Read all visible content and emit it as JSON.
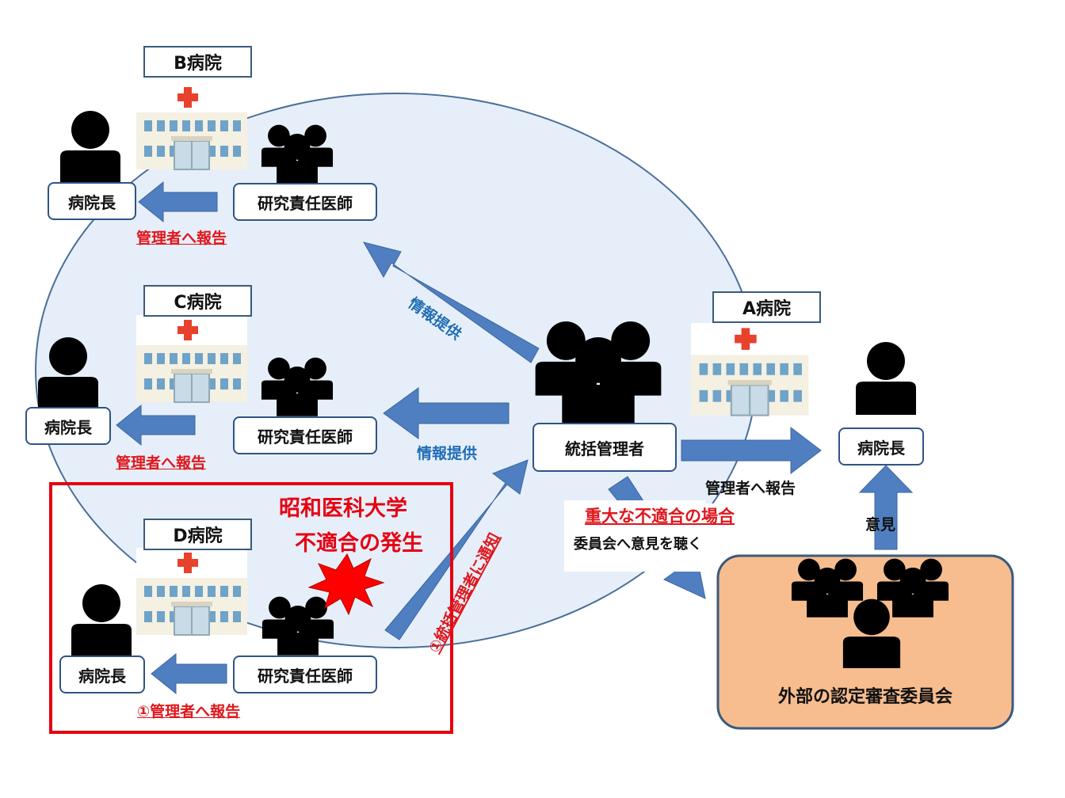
{
  "hospitals": {
    "b": {
      "name": "B病院",
      "director": "病院長",
      "investigator": "研究責任医師",
      "report": "管理者へ報告"
    },
    "c": {
      "name": "C病院",
      "director": "病院長",
      "investigator": "研究責任医師",
      "report": "管理者へ報告"
    },
    "d": {
      "name": "D病院",
      "director": "病院長",
      "investigator": "研究責任医師",
      "report": "①管理者へ報告"
    },
    "a": {
      "name": "A病院",
      "director": "病院長",
      "report": "管理者へ報告"
    }
  },
  "coordinator": {
    "label": "統括管理者"
  },
  "info_provision": {
    "upper": "情報提供",
    "lower": "情報提供"
  },
  "incident": {
    "line1": "昭和医科大学",
    "line2": "不適合の発生"
  },
  "notify": {
    "label": "①統括管理者に通知"
  },
  "serious": {
    "title": "重大な不適合の場合",
    "body": "委員会へ意見を聴く"
  },
  "committee": {
    "label": "外部の認定審査委員会",
    "opinion": "意見"
  },
  "colors": {
    "arrow": "#4f7fc0",
    "ellipse_fill": "#e6eff9",
    "alert_red": "#e60012",
    "committee_fill": "#f7bd8f",
    "hospital_cross": "#e8412c"
  }
}
